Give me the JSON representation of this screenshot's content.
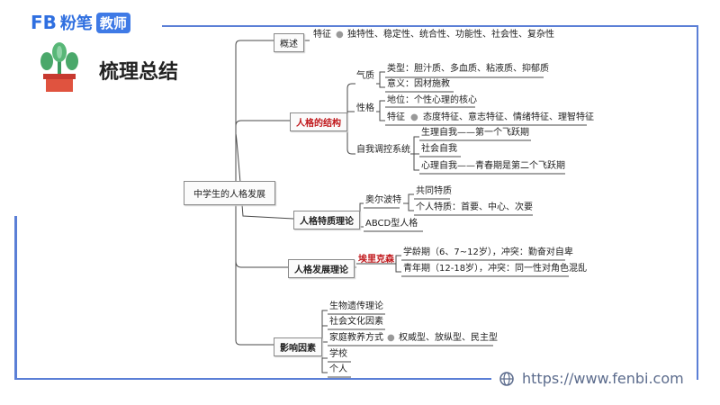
{
  "brand": {
    "logo_mark": "FB",
    "name": "粉笔",
    "badge": "教师"
  },
  "page_title": "梳理总结",
  "footer_url": "https://www.fenbi.com",
  "mindmap": {
    "root": "中学生的人格发展",
    "overview": {
      "label": "概述",
      "feature_key": "特征",
      "feature_value": "独特性、稳定性、统合性、功能性、社会性、复杂性"
    },
    "structure": {
      "label": "人格的结构",
      "temperament": {
        "label": "气质",
        "type": "类型：胆汁质、多血质、粘液质、抑郁质",
        "meaning": "意义：因材施教"
      },
      "character": {
        "label": "性格",
        "status": "地位：个性心理的核心",
        "feature_key": "特征",
        "feature_value": "态度特征、意志特征、情绪特征、理智特征"
      },
      "self_regulation": {
        "label": "自我调控系统",
        "items": [
          "生理自我——第一个飞跃期",
          "社会自我",
          "心理自我——青春期是第二个飞跃期"
        ]
      }
    },
    "trait": {
      "label": "人格特质理论",
      "allport": {
        "label": "奥尔波特",
        "items": [
          "共同特质",
          "个人特质：首要、中心、次要"
        ]
      },
      "abcd": "ABCD型人格"
    },
    "development": {
      "label": "人格发展理论",
      "erikson": "埃里克森",
      "items": [
        "学龄期（6、7~12岁），冲突：勤奋对自卑",
        "青年期（12-18岁），冲突：同一性对角色混乱"
      ]
    },
    "factors": {
      "label": "影响因素",
      "items": [
        "生物遗传理论",
        "社会文化因素",
        "家庭教养方式",
        "学校",
        "个人"
      ],
      "family_styles": "权威型、放纵型、民主型"
    }
  }
}
